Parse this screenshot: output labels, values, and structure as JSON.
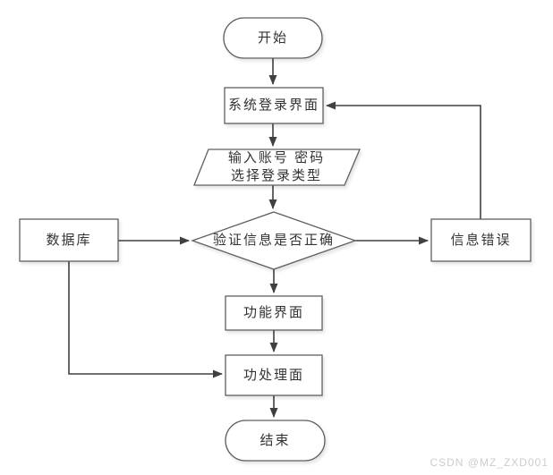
{
  "diagram": {
    "type": "flowchart",
    "nodes": {
      "start": {
        "type": "terminator",
        "label": "开始"
      },
      "login": {
        "type": "process",
        "label": "系统登录界面"
      },
      "input": {
        "type": "io",
        "line1": "输入账号 密码",
        "line2": "选择登录类型"
      },
      "verify": {
        "type": "decision",
        "label": "验证信息是否正确"
      },
      "database": {
        "type": "process",
        "label": "数据库"
      },
      "error": {
        "type": "process",
        "label": "信息错误"
      },
      "function": {
        "type": "process",
        "label": "功能界面"
      },
      "process": {
        "type": "process",
        "label": "功处理面"
      },
      "end": {
        "type": "terminator",
        "label": "结束"
      }
    },
    "edges": [
      {
        "from": "start",
        "to": "login"
      },
      {
        "from": "login",
        "to": "input"
      },
      {
        "from": "input",
        "to": "verify"
      },
      {
        "from": "verify",
        "to": "error"
      },
      {
        "from": "error",
        "to": "login"
      },
      {
        "from": "database",
        "to": "verify"
      },
      {
        "from": "verify",
        "to": "function"
      },
      {
        "from": "function",
        "to": "process"
      },
      {
        "from": "database",
        "to": "process"
      },
      {
        "from": "process",
        "to": "end"
      }
    ],
    "colors": {
      "background": "#ffffff",
      "shape_border": "#5f5f5f",
      "connector": "#404040",
      "text": "#333333",
      "watermark": "#cccccc"
    }
  },
  "watermark": {
    "text": "CSDN @MZ_ZXD001"
  }
}
